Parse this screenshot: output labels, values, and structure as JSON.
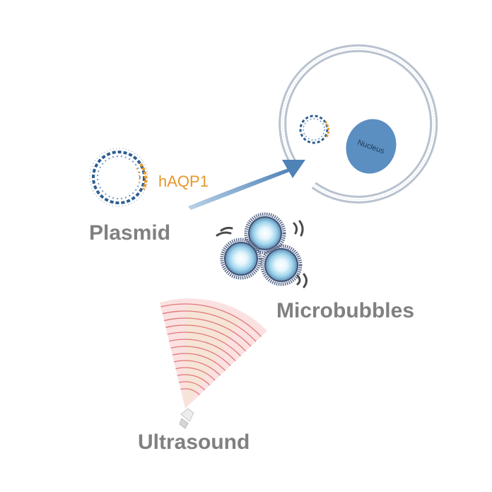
{
  "labels": {
    "plasmid": "Plasmid",
    "gene": "hAQP1",
    "microbubbles": "Microbubbles",
    "ultrasound": "Ultrasound",
    "nucleus": "Nucleus"
  },
  "colors": {
    "label_gray": "#808080",
    "gene_orange": "#e8972a",
    "dna_blue": "#2d5f8f",
    "arrow_blue": "#6f9fc8",
    "nucleus_blue": "#5b8fc2",
    "membrane": "#b9c2cf",
    "bubble_edge": "#5a6a8c",
    "ultrasound_red": "#e07878"
  },
  "icons": {
    "plasmid": "circular-dna-icon",
    "cell": "cell-membrane-icon",
    "arrow": "delivery-arrow-icon",
    "microbubble": "microbubble-icon",
    "vibration": "vibration-marks-icon",
    "transducer": "ultrasound-transducer-icon"
  }
}
